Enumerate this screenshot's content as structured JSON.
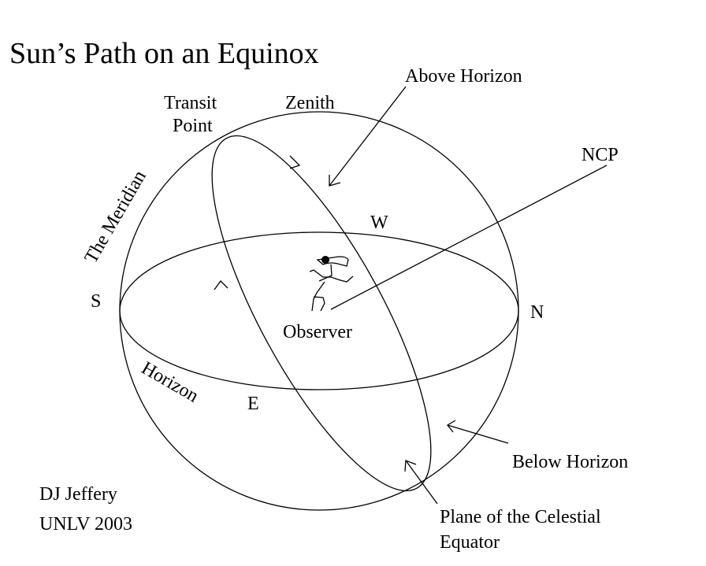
{
  "title": "Sun’s Path on an Equinox",
  "labels": {
    "above_horizon": "Above Horizon",
    "transit_line1": "Transit",
    "transit_line2": "Point",
    "zenith": "Zenith",
    "ncp": "NCP",
    "meridian": "The Meridian",
    "west": "W",
    "south": "S",
    "north": "N",
    "observer": "Observer",
    "horizon": "Horizon",
    "east": "E",
    "below_horizon": "Below Horizon",
    "author": "DJ Jeffery",
    "affiliation": "UNLV 2003",
    "equator_line1": "Plane of the Celestial",
    "equator_line2": "Equator"
  }
}
